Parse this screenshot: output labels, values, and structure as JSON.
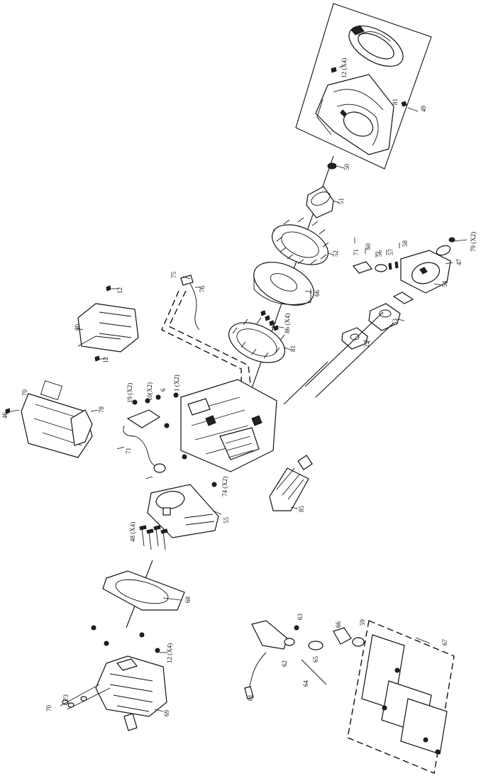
{
  "labels": {
    "l49": "49",
    "l81": "81",
    "l12a": "12 (X4)",
    "l50": "50",
    "l51": "51",
    "l52": "52",
    "l79": "79 (X2)",
    "l47": "47",
    "l60": "60",
    "l56": "56",
    "l57": "57",
    "l58": "58",
    "l54": "54",
    "l53": "53",
    "l66": "66",
    "l86": "86 (X4)",
    "l22": "22",
    "l12b": "12",
    "l12c": "12",
    "l80": "80",
    "l75": "75",
    "l76": "76",
    "l85": "85",
    "l70": "70",
    "l78": "78",
    "l46": "46",
    "l19": "19 (X2)",
    "l10": "10(X2)",
    "l6": "6",
    "l1": "1 (X2)",
    "l71": "71",
    "l74": "74 (X2)",
    "l55": "55",
    "l48": "48 (X4)",
    "l68": "68",
    "l12d": "12 (X4)",
    "l69": "69",
    "l73": "73",
    "l70b": "70",
    "l63": "63",
    "l62": "62",
    "l61": "61",
    "l64": "64",
    "l65": "65",
    "l66b": "66",
    "l59": "59",
    "l67": "67"
  }
}
